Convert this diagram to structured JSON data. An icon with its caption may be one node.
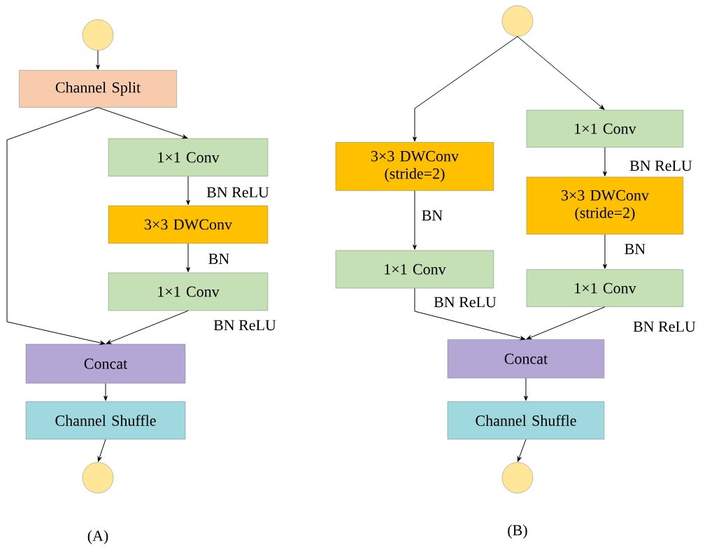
{
  "diagram": {
    "nodes": [
      {
        "text": [],
        "shape": "circle"
      },
      {
        "text": [
          "Channel Split"
        ]
      },
      {
        "text": [
          "1×1 Conv"
        ]
      },
      {
        "text": [
          "3×3 DWConv"
        ]
      },
      {
        "text": [
          "1×1 Conv"
        ]
      },
      {
        "text": [
          "Concat"
        ]
      },
      {
        "text": [
          "Channel Shuffle"
        ]
      },
      {
        "text": [],
        "shape": "circle"
      },
      {
        "text": [],
        "shape": "circle"
      },
      {
        "text": [
          "3×3 DWConv (stride=2)"
        ]
      },
      {
        "text": [
          "1×1 Conv"
        ]
      },
      {
        "text": [
          "3×3 DWConv (stride=2)"
        ]
      },
      {
        "text": [
          "1×1 Conv"
        ]
      },
      {
        "text": [
          "1×1 Conv"
        ]
      },
      {
        "text": [
          "Concat"
        ]
      },
      {
        "text": [
          "Channel Shuffle"
        ]
      },
      {
        "text": [],
        "shape": "circle"
      }
    ],
    "edges": [
      {
        "from": 0,
        "to": 1,
        "arrow": "to"
      },
      {
        "from": 1,
        "to": 2,
        "arrow": "to"
      },
      {
        "from": 1,
        "to": 5,
        "arrow": "to"
      },
      {
        "from": 2,
        "to": 3,
        "arrow": "to",
        "label": "BN ReLU"
      },
      {
        "from": 3,
        "to": 4,
        "arrow": "to",
        "label": "BN"
      },
      {
        "from": 4,
        "to": 5,
        "arrow": "to",
        "label": "BN ReLU"
      },
      {
        "from": 5,
        "to": 6,
        "arrow": "to"
      },
      {
        "from": 6,
        "to": 7,
        "arrow": "to"
      },
      {
        "from": 8,
        "to": 9,
        "arrow": "to"
      },
      {
        "from": 8,
        "to": 10,
        "arrow": "to"
      },
      {
        "from": 9,
        "to": 12,
        "arrow": "to",
        "label": "BN"
      },
      {
        "from": 10,
        "to": 11,
        "arrow": "to",
        "label": "BN ReLU"
      },
      {
        "from": 11,
        "to": 13,
        "arrow": "to",
        "label": "BN"
      },
      {
        "from": 12,
        "to": 14,
        "arrow": "to",
        "label": "BN ReLU"
      },
      {
        "from": 13,
        "to": 14,
        "arrow": "to",
        "label": "BN ReLU"
      },
      {
        "from": 14,
        "to": 15,
        "arrow": "to"
      },
      {
        "from": 15,
        "to": 16,
        "arrow": "to"
      }
    ],
    "labels": [
      "(A)",
      "(B)"
    ]
  }
}
